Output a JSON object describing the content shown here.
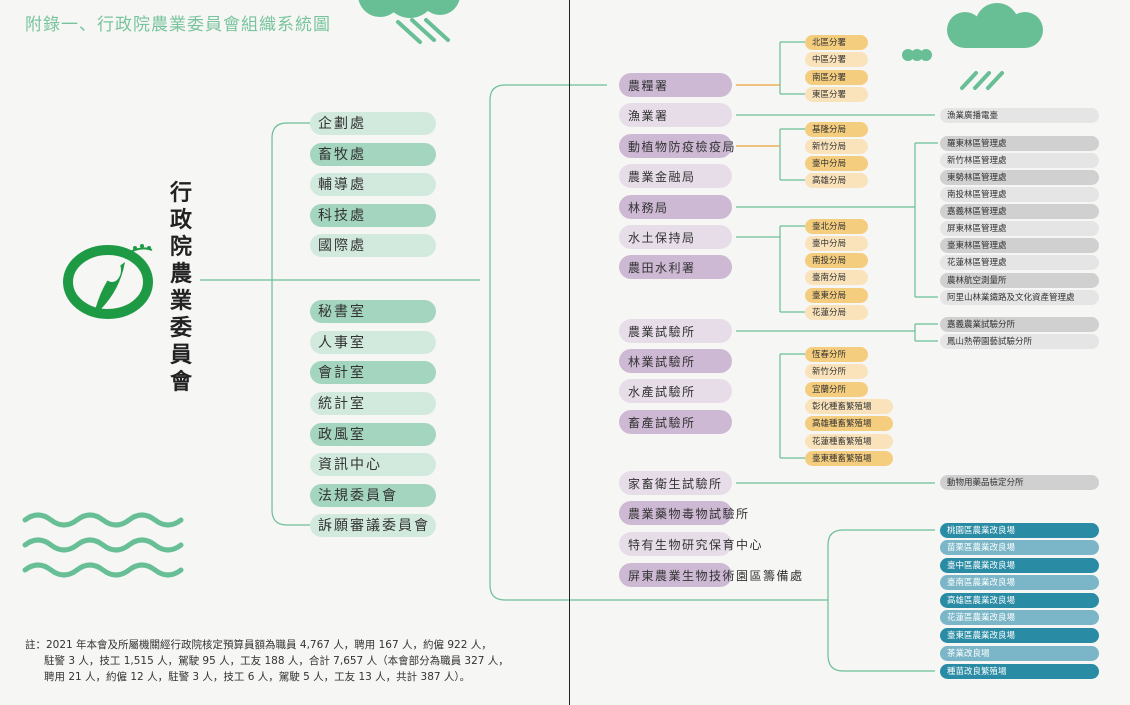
{
  "title": "附錄一、行政院農業委員會組織系統圖",
  "organization": "行政院農業委員會",
  "colors": {
    "title": "#78c49d",
    "line": "#6cbf98",
    "orange_line": "#e8a23c",
    "green_dark": "#a3d5bf",
    "green_light": "#d2eade",
    "purple_dark": "#cdb9d4",
    "purple_light": "#e7dde9",
    "orange_dark": "#f5cd7e",
    "orange_light": "#fae3bb",
    "gray_dark": "#d0d0d0",
    "gray_light": "#e5e5e5",
    "teal_dark": "#2a8ba4",
    "teal_light": "#7ab6c7"
  },
  "internal_units_top": [
    "企劃處",
    "畜牧處",
    "輔導處",
    "科技處",
    "國際處"
  ],
  "internal_units_bottom": [
    "秘書室",
    "人事室",
    "會計室",
    "統計室",
    "政風室",
    "資訊中心",
    "法規委員會",
    "訴願審議委員會"
  ],
  "agencies": [
    "農糧署",
    "漁業署",
    "動植物防疫檢疫局",
    "農業金融局",
    "林務局",
    "水土保持局",
    "農田水利署",
    "農業試驗所",
    "林業試驗所",
    "水產試驗所",
    "畜產試驗所",
    "家畜衛生試驗所",
    "農業藥物毒物試驗所",
    "特有生物研究保育中心",
    "屏東農業生物技術園區籌備處"
  ],
  "branches": {
    "agri_food": [
      "北區分署",
      "中區分署",
      "南區分署",
      "東區分署"
    ],
    "quarantine": [
      "基隆分局",
      "新竹分局",
      "臺中分局",
      "高雄分局"
    ],
    "soil_water": [
      "臺北分局",
      "臺中分局",
      "南投分局",
      "臺南分局",
      "臺東分局",
      "花蓮分局"
    ],
    "livestock": [
      "恆春分所",
      "新竹分所",
      "宜蘭分所",
      "彰化種畜繁殖場",
      "高雄種畜繁殖場",
      "花蓮種畜繁殖場",
      "臺東種畜繁殖場"
    ]
  },
  "sub_units": {
    "fisheries": [
      "漁業廣播電臺"
    ],
    "forestry": [
      "羅東林區管理處",
      "新竹林區管理處",
      "東勢林區管理處",
      "南投林區管理處",
      "嘉義林區管理處",
      "屏東林區管理處",
      "臺東林區管理處",
      "花蓮林區管理處",
      "農林航空測量所",
      "阿里山林業鐵路及文化資產管理處"
    ],
    "agri_research": [
      "嘉義農業試驗分所",
      "鳳山熱帶園藝試驗分所"
    ],
    "animal_health": [
      "動物用藥品檢定分所"
    ],
    "improvement_stations": [
      "桃園區農業改良場",
      "苗栗區農業改良場",
      "臺中區農業改良場",
      "臺南區農業改良場",
      "高雄區農業改良場",
      "花蓮區農業改良場",
      "臺東區農業改良場",
      "茶業改良場",
      "種苗改良繁殖場"
    ]
  },
  "note": [
    "註：2021 年本會及所屬機關經行政院核定預算員額為職員 4,767 人，聘用 167 人，約僱 922 人，",
    "駐警 3 人，技工 1,515 人，駕駛 95 人，工友 188 人，合計 7,657 人（本會部分為職員 327 人，",
    "聘用 21 人，約僱 12 人，駐警 3 人，技工 6 人，駕駛 5 人，工友 13 人，共計 387 人）。"
  ]
}
